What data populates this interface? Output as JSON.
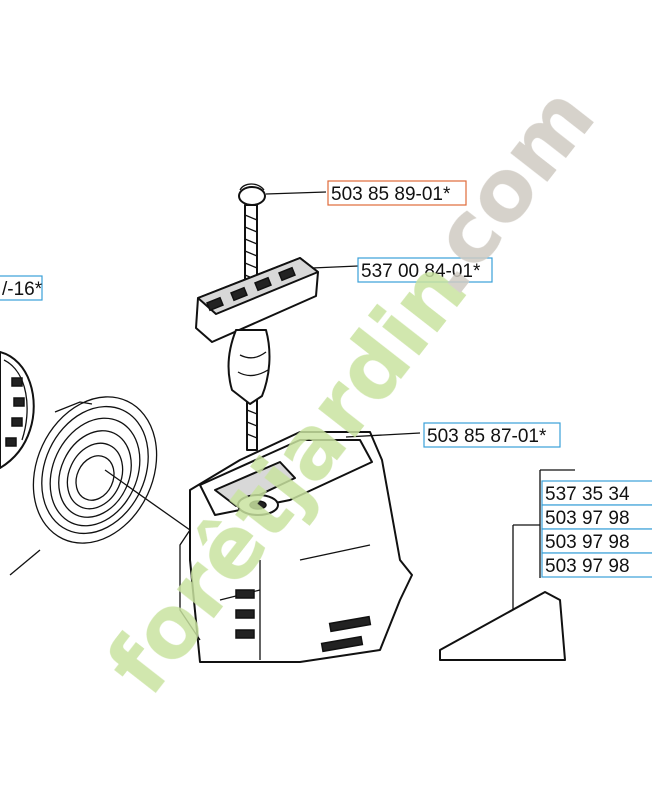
{
  "part_labels": [
    {
      "id": "cap",
      "text": "503 85 89-01*",
      "box_color": "#e06a3a"
    },
    {
      "id": "handle",
      "text": "537 00 84-01*",
      "box_color": "#3aa0d8"
    },
    {
      "id": "guide",
      "text": "503 85 87-01*",
      "box_color": "#3aa0d8"
    },
    {
      "id": "kit1",
      "text": "537 35 34",
      "box_color": "#3aa0d8"
    },
    {
      "id": "kit2",
      "text": "503 97 98",
      "box_color": "#3aa0d8"
    },
    {
      "id": "kit3",
      "text": "503 97 98",
      "box_color": "#3aa0d8"
    },
    {
      "id": "kit4",
      "text": "503 97 98",
      "box_color": "#3aa0d8"
    }
  ],
  "partial_label": "/-16*",
  "watermark": {
    "text_green": "forêtjardin",
    "text_gray": ".com",
    "color_green": "#c9e3a0",
    "color_gray": "#cfcac2"
  }
}
